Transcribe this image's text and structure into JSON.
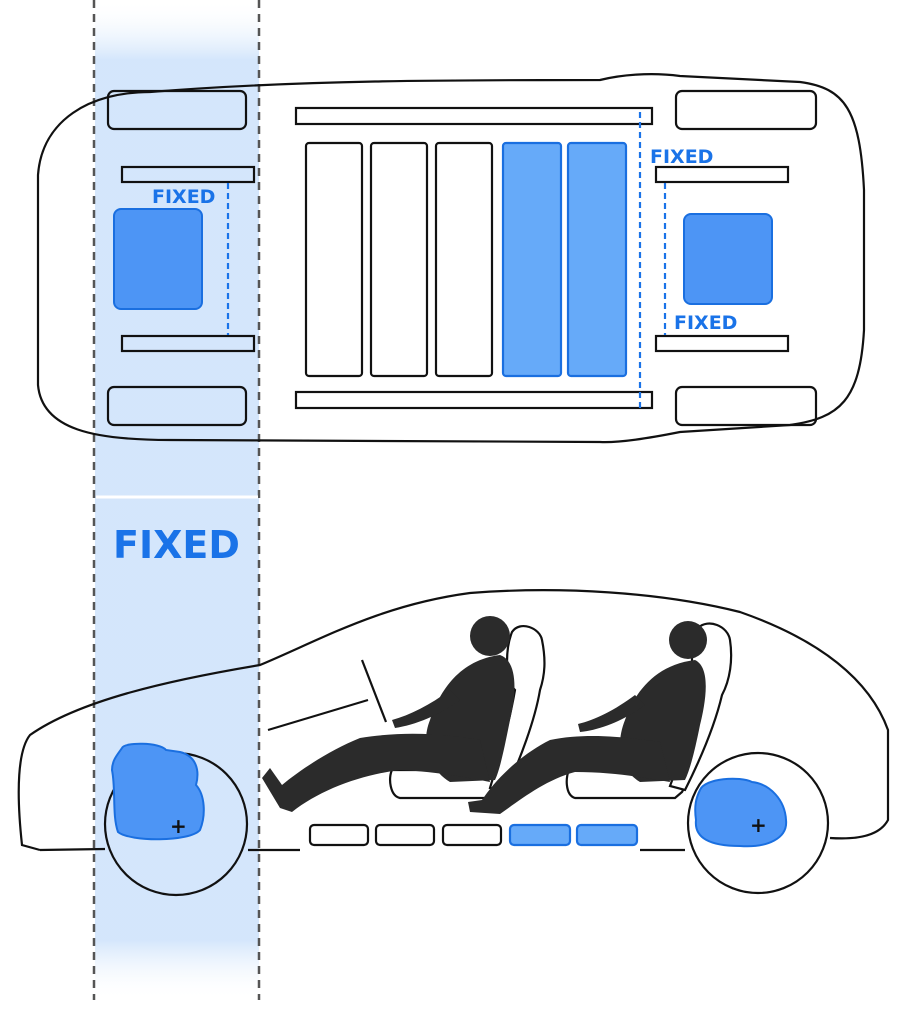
{
  "labels": {
    "front_axle_fixed": "FIXED",
    "rear_upper_fixed": "FIXED",
    "rear_lower_fixed": "FIXED",
    "zone_fixed": "FIXED"
  },
  "colors": {
    "accent": "#1a73e8",
    "battery_fill": "#66aaf9",
    "zone_fill": "#cfe3fb",
    "outline": "#111111",
    "silhouette": "#2b2b2b"
  },
  "battery_modules": {
    "total": 5,
    "highlighted": 2
  }
}
